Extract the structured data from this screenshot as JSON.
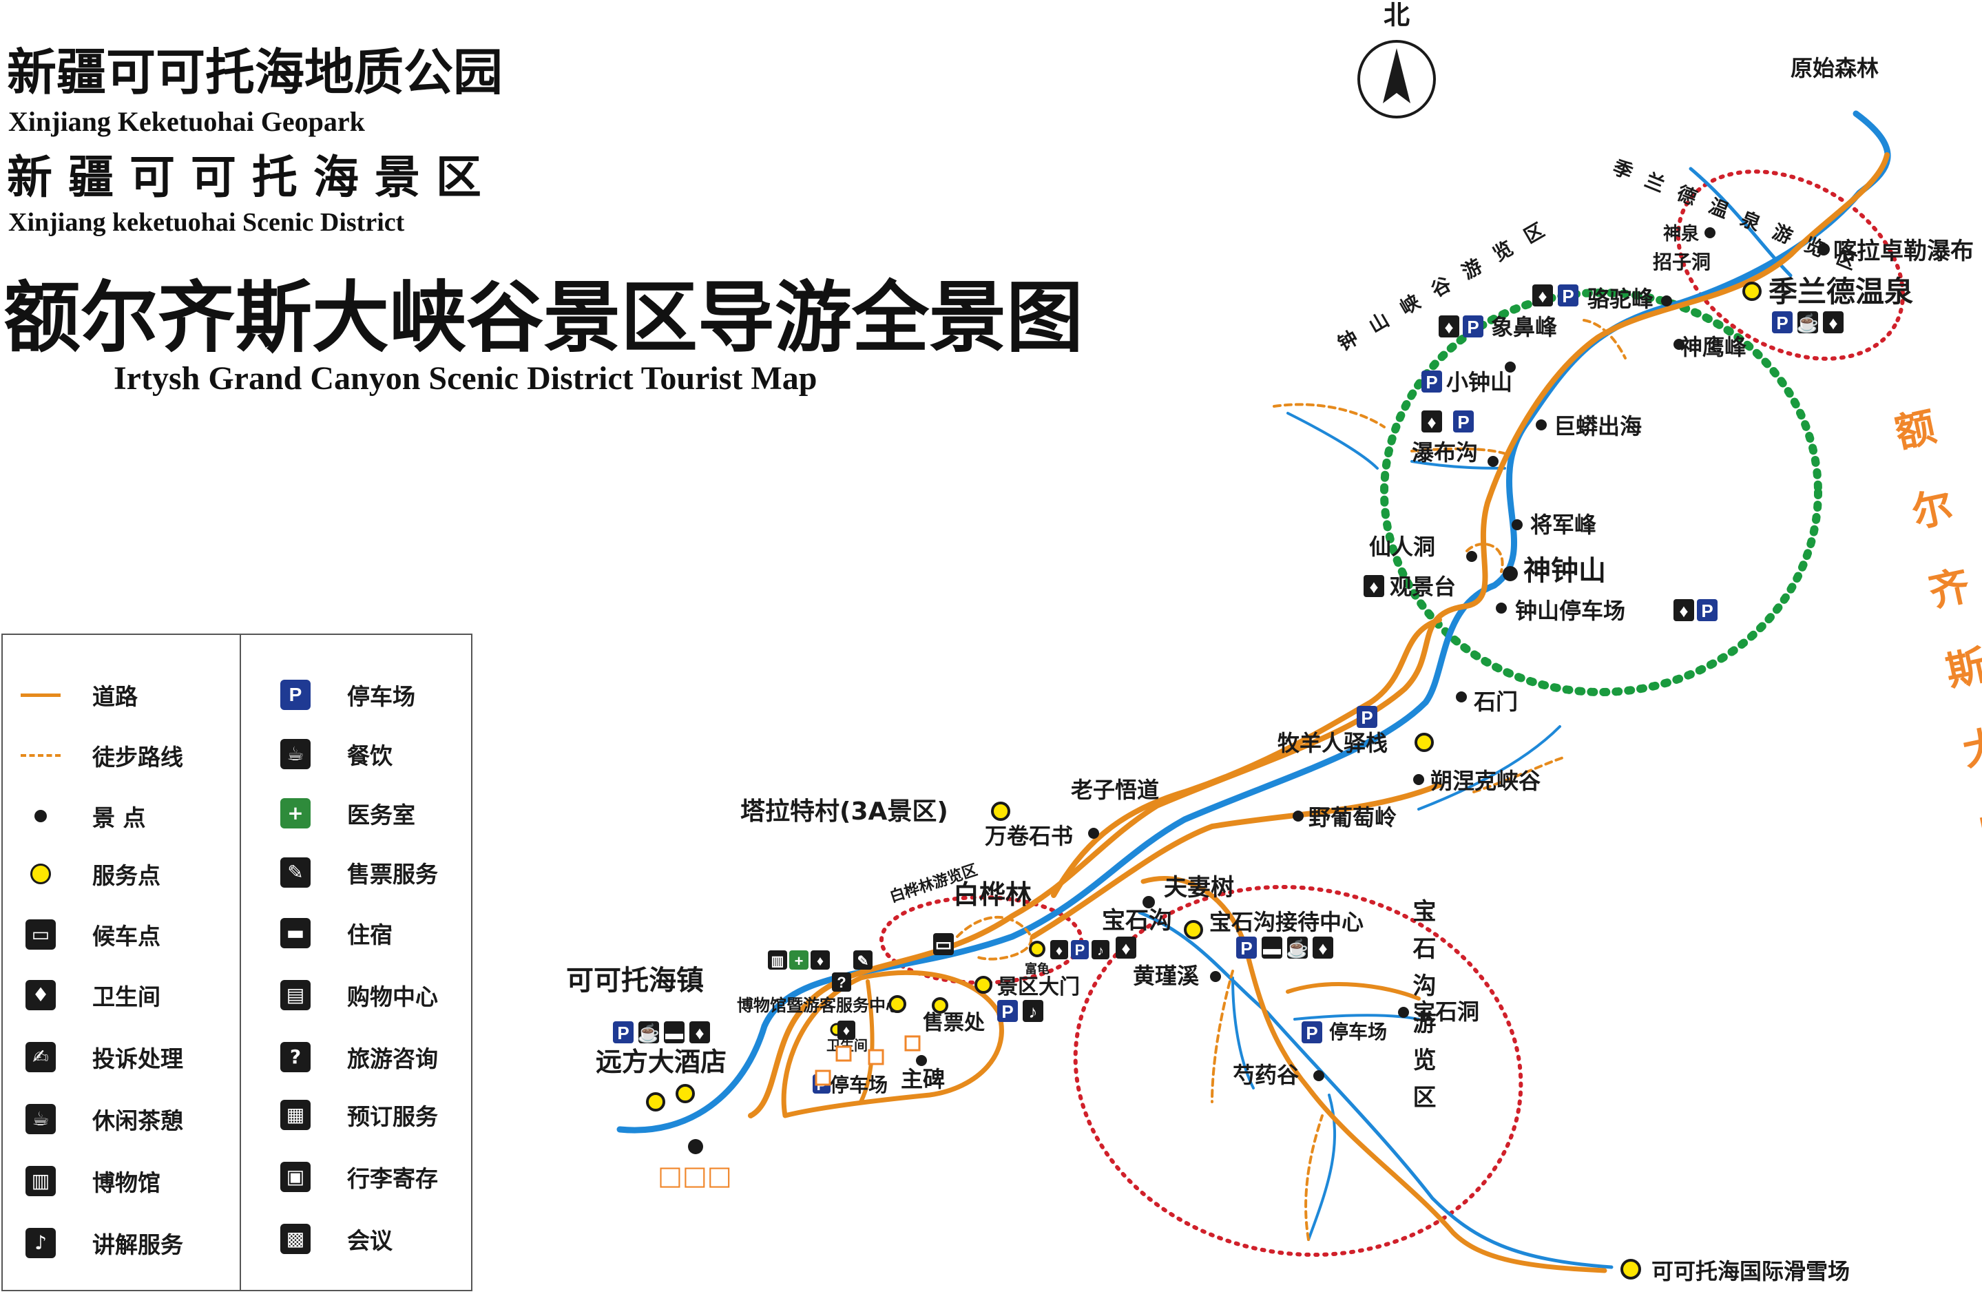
{
  "header": {
    "title_geopark_cn": "新疆可可托海地质公园",
    "title_geopark_en": "Xinjiang Keketuohai Geopark",
    "title_scenic_cn": "新 疆 可 可 托 海 景 区",
    "title_scenic_en": "Xinjiang keketuohai Scenic District",
    "title_main_cn": "额尔齐斯大峡谷景区导游全景图",
    "title_main_en": "Irtysh Grand Canyon Scenic District Tourist Map"
  },
  "compass": {
    "label": "北"
  },
  "regions": {
    "virgin_forest": "原始森林",
    "jilande_area": "季兰德温泉游览区",
    "zhongshan_area": "钟山峡谷游览区",
    "birch_area": "白桦林游览区",
    "gem_area": "宝石沟游览区",
    "canyon_vertical": "额尔齐斯大峡谷"
  },
  "places": {
    "kalazhuole": "喀拉卓勒瀑布",
    "shenquan": "神泉",
    "zhaozidong": "招子洞",
    "jilande_spring": "季兰德温泉",
    "shenying": "神鹰峰",
    "luotuo": "骆驼峰",
    "xiangbi": "象鼻峰",
    "xiaozhong": "小钟山",
    "jumang": "巨蟒出海",
    "pubugou": "瀑布沟",
    "jiangjun": "将军峰",
    "xianren": "仙人洞",
    "shenzhong": "神钟山",
    "guanjing": "观景台",
    "zhongshan_parking": "钟山停车场",
    "shimen": "石门",
    "muyang": "牧羊人驿栈",
    "shuonieke": "朔涅克峡谷",
    "yeputao": "野葡萄岭",
    "laozi": "老子悟道",
    "talate": "塔拉特村(3A景区)",
    "wanjuan": "万卷石书",
    "baihua": "白桦林",
    "fuqi": "夫妻树",
    "baoshigou": "宝石沟",
    "baoshi_center": "宝石沟接待中心",
    "huangjin": "黄瑾溪",
    "baoshidong": "宝石洞",
    "gem_parking": "停车场",
    "shaoyao": "芍药谷",
    "keketuohai_town": "可可托海镇",
    "yuanfang": "远方大酒店",
    "museum_center": "博物馆暨游客服务中心",
    "toilet": "卫生间",
    "gate": "景区大门",
    "ticket": "售票处",
    "town_parking": "停车场",
    "main_stele": "主碑",
    "fugui": "富龟",
    "ski": "可可托海国际滑雪场",
    "empty_boxes": "□□□"
  },
  "legend": {
    "road": "道路",
    "trail": "徒步路线",
    "spot": "景 点",
    "service": "服务点",
    "bus": "候车点",
    "toilet": "卫生间",
    "complaint": "投诉处理",
    "tea": "休闲茶憩",
    "museum": "博物馆",
    "guide": "讲解服务",
    "parking": "停车场",
    "dining": "餐饮",
    "medical": "医务室",
    "ticketing": "售票服务",
    "lodging": "住宿",
    "shopping": "购物中心",
    "consult": "旅游咨询",
    "booking": "预订服务",
    "luggage": "行李寄存",
    "meeting": "会议"
  },
  "icons": {
    "road": "orange-line",
    "trail": "orange-dashed-line",
    "spot": "black-dot",
    "service": "yellow-dot",
    "bus": "bus-stop-icon",
    "toilet": "toilet-icon",
    "complaint": "complaint-icon",
    "tea": "tea-cup-icon",
    "museum": "museum-icon",
    "guide": "guide-icon",
    "parking": "parking-icon",
    "dining": "dining-icon",
    "medical": "medical-cross-icon",
    "ticketing": "ticket-icon",
    "lodging": "bed-icon",
    "shopping": "shopping-icon",
    "consult": "question-icon",
    "booking": "booking-icon",
    "luggage": "luggage-icon",
    "meeting": "meeting-icon",
    "compass": "north-arrow-icon"
  },
  "colors": {
    "road": "#e68a1c",
    "river": "#1e88d8",
    "zhongshan_circle": "#1a9a3e",
    "area_circle": "#d0202a",
    "region_text": "#f0862a",
    "parking": "#1f3a93",
    "service": "#ffe600",
    "medical": "#2e8b3b"
  }
}
